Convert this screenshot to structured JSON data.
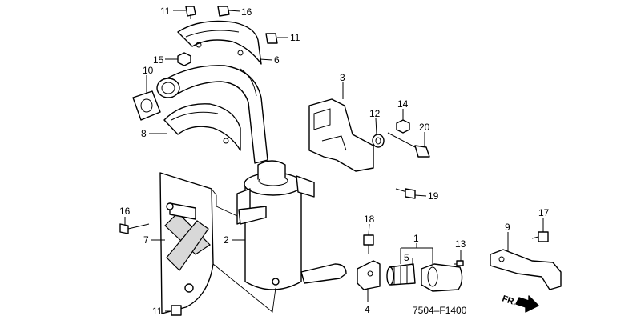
{
  "diagram": {
    "drawing_code": "7504–F1400",
    "front_label": "FR.",
    "callouts": [
      {
        "id": "c11a",
        "label": "11"
      },
      {
        "id": "c16a",
        "label": "16"
      },
      {
        "id": "c11b",
        "label": "11"
      },
      {
        "id": "c15",
        "label": "15"
      },
      {
        "id": "c6",
        "label": "6"
      },
      {
        "id": "c10",
        "label": "10"
      },
      {
        "id": "c8",
        "label": "8"
      },
      {
        "id": "c3",
        "label": "3"
      },
      {
        "id": "c12",
        "label": "12"
      },
      {
        "id": "c14",
        "label": "14"
      },
      {
        "id": "c20",
        "label": "20"
      },
      {
        "id": "c19",
        "label": "19"
      },
      {
        "id": "c16b",
        "label": "16"
      },
      {
        "id": "c7",
        "label": "7"
      },
      {
        "id": "c2",
        "label": "2"
      },
      {
        "id": "c11c",
        "label": "11"
      },
      {
        "id": "c18",
        "label": "18"
      },
      {
        "id": "c4",
        "label": "4"
      },
      {
        "id": "c1",
        "label": "1"
      },
      {
        "id": "c5",
        "label": "5"
      },
      {
        "id": "c13",
        "label": "13"
      },
      {
        "id": "c9",
        "label": "9"
      },
      {
        "id": "c17",
        "label": "17"
      }
    ]
  }
}
